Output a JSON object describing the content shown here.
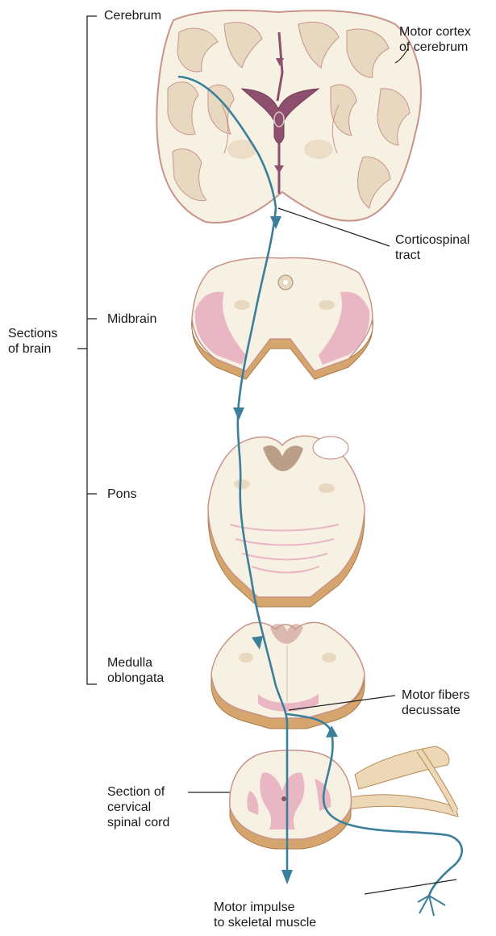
{
  "labels": {
    "cerebrum": "Cerebrum",
    "motor_cortex": [
      "Motor cortex",
      "of cerebrum"
    ],
    "corticospinal": [
      "Corticospinal",
      "tract"
    ],
    "sections_of_brain": [
      "Sections",
      "of brain"
    ],
    "midbrain": "Midbrain",
    "pons": "Pons",
    "medulla": [
      "Medulla",
      "oblongata"
    ],
    "motor_fibers": [
      "Motor fibers",
      "decussate"
    ],
    "spinal_section": [
      "Section of",
      "cervical",
      "spinal cord"
    ],
    "motor_impulse": [
      "Motor impulse",
      "to skeletal muscle"
    ]
  },
  "colors": {
    "tissue_white": "#f7f1e4",
    "gray_matter": "#e7d8bf",
    "cortex_edge": "#c8948a",
    "pink_region": "#e9b7c3",
    "tan_edge": "#d6a56d",
    "ventricle": "#8f4f6e",
    "pathway": "#3b7f9a",
    "leader_line": "#222222"
  }
}
